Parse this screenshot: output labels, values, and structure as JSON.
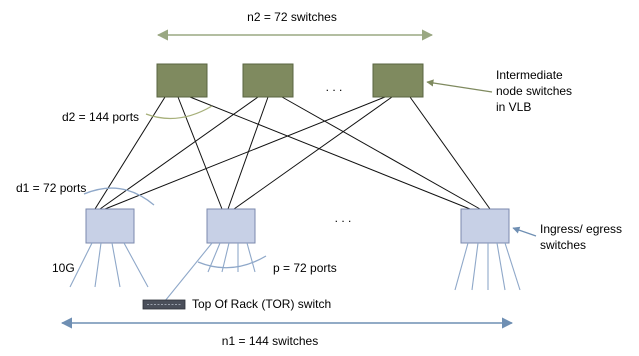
{
  "labels": {
    "n2": "n2 = 72 switches",
    "n1": "n1 = 144 switches",
    "d2": "d2 = 144 ports",
    "d1": "d1 = 72 ports",
    "p": "p = 72 ports",
    "ten_g": "10G",
    "tor": "Top Of Rack (TOR) switch",
    "intermediate_line1": "Intermediate",
    "intermediate_line2": "node switches",
    "intermediate_line3": "in VLB",
    "ingress_line1": "Ingress/ egress",
    "ingress_line2": "switches",
    "ellipsis_top": ". . .",
    "ellipsis_bottom": ". . ."
  },
  "colors": {
    "intermediate_fill": "#7f8a5f",
    "intermediate_stroke": "#5a6440",
    "ingress_fill": "#c7d0e6",
    "ingress_stroke": "#7b89ad",
    "n2_arrow": "#9aa882",
    "n1_arrow": "#6f8fb3",
    "pointer_green": "#7f8a5f",
    "pointer_blue": "#6f8fb3",
    "links": "#111111",
    "port_arcs_green": "#a7b07a",
    "port_arcs_blue": "#8fa8c9",
    "tor_fill": "#4a4f5a"
  }
}
